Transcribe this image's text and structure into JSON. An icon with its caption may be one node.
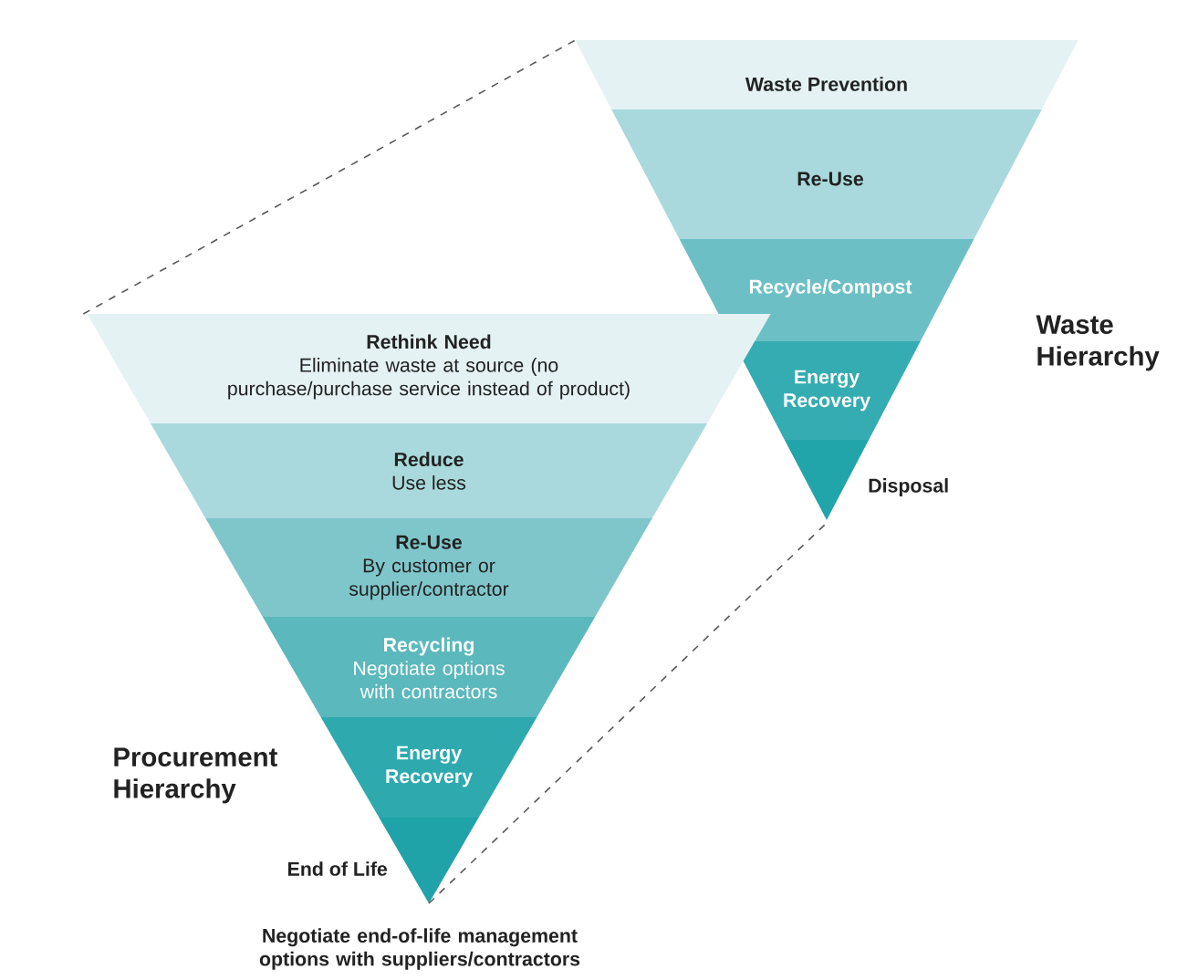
{
  "diagram": {
    "nodes": [
      {
        "text": [
          "Waste Prevention"
        ]
      },
      {
        "text": [
          "Re-Use"
        ]
      },
      {
        "text": [
          "Recycle/Compost"
        ]
      },
      {
        "text": [
          "Energy Recovery"
        ]
      },
      {
        "text": [
          "Disposal"
        ]
      },
      {
        "text": [
          "Rethink Need",
          "Eliminate waste at source (no purchase/purchase service instead of product)"
        ]
      },
      {
        "text": [
          "Reduce",
          "Use less"
        ]
      },
      {
        "text": [
          "Re-Use",
          "By customer or supplier/contractor"
        ]
      },
      {
        "text": [
          "Recycling",
          "Negotiate options with contractors"
        ]
      },
      {
        "text": [
          "Energy Recovery"
        ]
      },
      {
        "text": [
          "End of Life"
        ],
        "beside": [
          "Negotiate end-of-life management options with suppliers/contractors"
        ]
      }
    ],
    "edges": [
      {
        "from": 5,
        "to": 0,
        "arrow": "none",
        "style": "dashed"
      },
      {
        "from": 10,
        "to": 4,
        "arrow": "none",
        "style": "dashed"
      }
    ],
    "labels": [
      "Waste Hierarchy",
      "Procurement Hierarchy"
    ]
  }
}
